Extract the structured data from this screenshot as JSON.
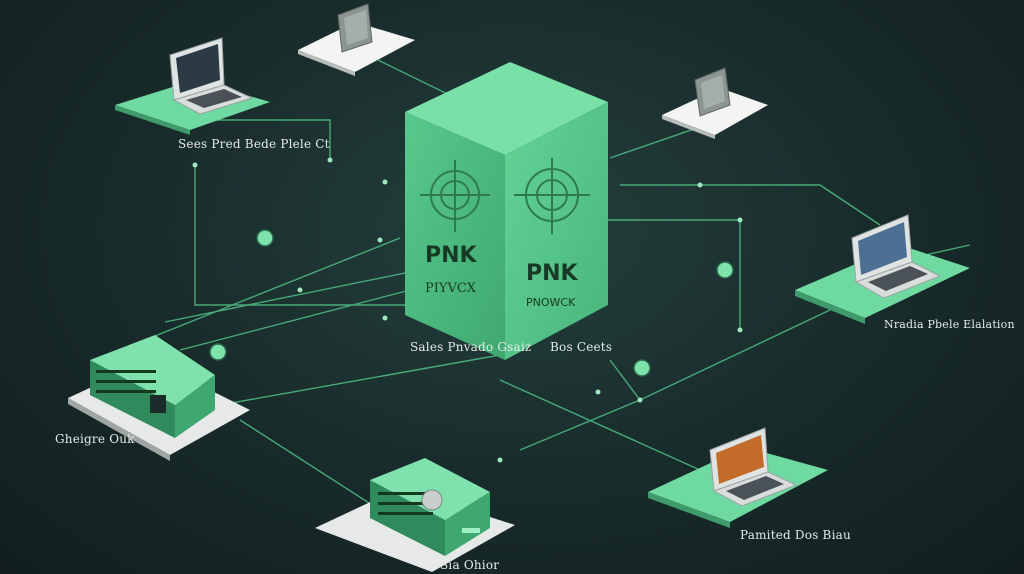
{
  "colors": {
    "background": "#182a2a",
    "mint": "#6ed9a0",
    "mint_dark": "#2f8a5c",
    "line": "#4fbf86",
    "label": "#e6ece8"
  },
  "server": {
    "left_title": "PNK",
    "left_subtitle": "PIYVCX",
    "right_title": "PNK",
    "right_subtitle": "PNOWCK",
    "emblem_icon": "target-icon"
  },
  "labels": {
    "top_left_laptop": "Sees Pred Bede Plele Ct",
    "right_laptop": "Nradia Pbele Elalation",
    "bottom_right_laptop": "Pamited Dos Biau",
    "left_switch": "Gheigre Ouk",
    "bottom_switch": "Sia Ohior",
    "server_left": "Sales Pnvado Gsaiz",
    "server_right": "Bos Ceets"
  },
  "devices": [
    {
      "name": "laptop-top-left",
      "icon": "laptop-icon"
    },
    {
      "name": "monitor-top",
      "icon": "monitor-icon"
    },
    {
      "name": "monitor-top-right",
      "icon": "monitor-icon"
    },
    {
      "name": "laptop-right",
      "icon": "laptop-icon"
    },
    {
      "name": "laptop-bottom-right",
      "icon": "laptop-icon"
    },
    {
      "name": "switch-left",
      "icon": "switch-icon"
    },
    {
      "name": "switch-bottom",
      "icon": "switch-icon"
    }
  ]
}
